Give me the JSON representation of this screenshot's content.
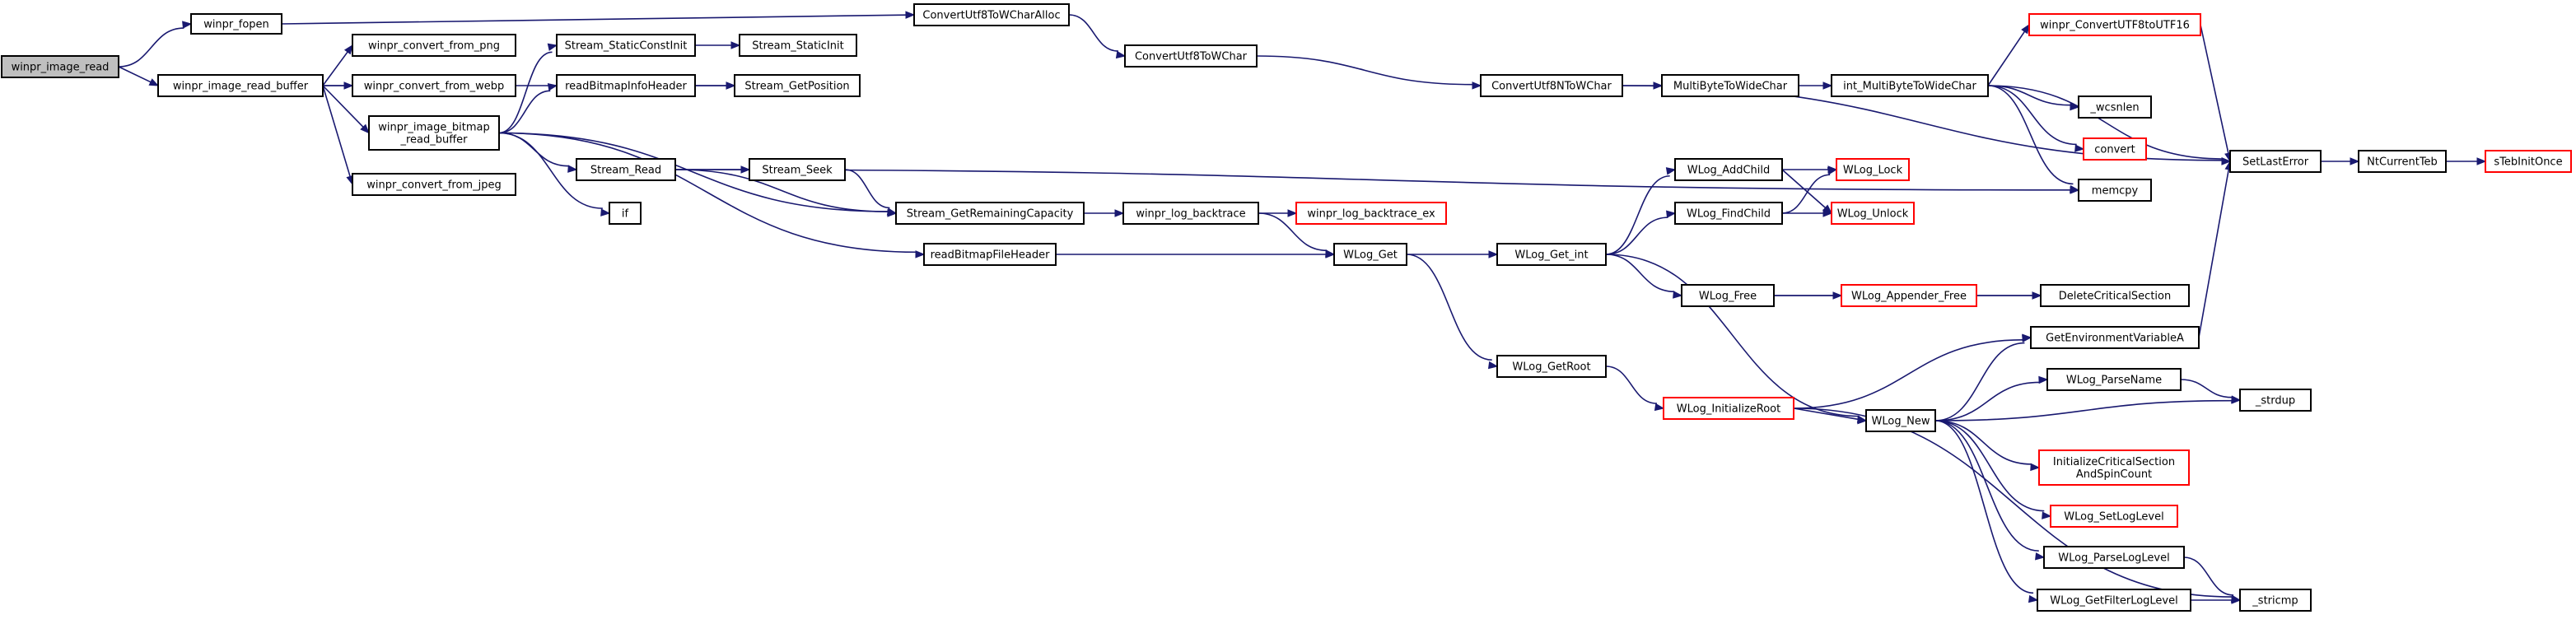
{
  "diagram": {
    "colors": {
      "edge": "#191970",
      "node_border": "#000000",
      "node_border_truncated": "#ff0000",
      "root_fill": "#bfbfbf",
      "node_fill": "#ffffff"
    },
    "nodes": [
      {
        "id": "winpr_image_read",
        "lines": [
          "winpr_image_read"
        ],
        "root": true
      },
      {
        "id": "winpr_fopen",
        "lines": [
          "winpr_fopen"
        ]
      },
      {
        "id": "winpr_image_read_buffer",
        "lines": [
          "winpr_image_read_buffer"
        ]
      },
      {
        "id": "winpr_convert_from_png",
        "lines": [
          "winpr_convert_from_png"
        ]
      },
      {
        "id": "winpr_convert_from_webp",
        "lines": [
          "winpr_convert_from_webp"
        ]
      },
      {
        "id": "winpr_image_bitmap_read_buffer",
        "lines": [
          "winpr_image_bitmap",
          "_read_buffer"
        ]
      },
      {
        "id": "winpr_convert_from_jpeg",
        "lines": [
          "winpr_convert_from_jpeg"
        ]
      },
      {
        "id": "Stream_StaticConstInit",
        "lines": [
          "Stream_StaticConstInit"
        ]
      },
      {
        "id": "Stream_StaticInit",
        "lines": [
          "Stream_StaticInit"
        ]
      },
      {
        "id": "readBitmapInfoHeader",
        "lines": [
          "readBitmapInfoHeader"
        ]
      },
      {
        "id": "Stream_GetPosition",
        "lines": [
          "Stream_GetPosition"
        ]
      },
      {
        "id": "Stream_Read",
        "lines": [
          "Stream_Read"
        ]
      },
      {
        "id": "Stream_Seek",
        "lines": [
          "Stream_Seek"
        ]
      },
      {
        "id": "if",
        "lines": [
          "if"
        ]
      },
      {
        "id": "Stream_GetRemainingCapacity",
        "lines": [
          "Stream_GetRemainingCapacity"
        ]
      },
      {
        "id": "readBitmapFileHeader",
        "lines": [
          "readBitmapFileHeader"
        ]
      },
      {
        "id": "ConvertUtf8ToWCharAlloc",
        "lines": [
          "ConvertUtf8ToWCharAlloc"
        ]
      },
      {
        "id": "ConvertUtf8ToWChar",
        "lines": [
          "ConvertUtf8ToWChar"
        ]
      },
      {
        "id": "winpr_log_backtrace",
        "lines": [
          "winpr_log_backtrace"
        ]
      },
      {
        "id": "winpr_log_backtrace_ex",
        "lines": [
          "winpr_log_backtrace_ex"
        ],
        "truncated": true
      },
      {
        "id": "WLog_Get",
        "lines": [
          "WLog_Get"
        ]
      },
      {
        "id": "WLog_GetRoot",
        "lines": [
          "WLog_GetRoot"
        ]
      },
      {
        "id": "ConvertUtf8NToWChar",
        "lines": [
          "ConvertUtf8NToWChar"
        ]
      },
      {
        "id": "WLog_Get_int",
        "lines": [
          "WLog_Get_int"
        ]
      },
      {
        "id": "WLog_InitializeRoot",
        "lines": [
          "WLog_InitializeRoot"
        ],
        "truncated": true
      },
      {
        "id": "WLog_AddChild",
        "lines": [
          "WLog_AddChild"
        ]
      },
      {
        "id": "WLog_FindChild",
        "lines": [
          "WLog_FindChild"
        ]
      },
      {
        "id": "WLog_Free",
        "lines": [
          "WLog_Free"
        ]
      },
      {
        "id": "MultiByteToWideChar",
        "lines": [
          "MultiByteToWideChar"
        ]
      },
      {
        "id": "WLog_Lock",
        "lines": [
          "WLog_Lock"
        ],
        "truncated": true
      },
      {
        "id": "WLog_Unlock",
        "lines": [
          "WLog_Unlock"
        ],
        "truncated": true
      },
      {
        "id": "WLog_Appender_Free",
        "lines": [
          "WLog_Appender_Free"
        ],
        "truncated": true
      },
      {
        "id": "WLog_New",
        "lines": [
          "WLog_New"
        ]
      },
      {
        "id": "int_MultiByteToWideChar",
        "lines": [
          "int_MultiByteToWideChar"
        ]
      },
      {
        "id": "winpr_ConvertUTF8toUTF16",
        "lines": [
          "winpr_ConvertUTF8toUTF16"
        ],
        "truncated": true
      },
      {
        "id": "_wcsnlen",
        "lines": [
          "_wcsnlen"
        ]
      },
      {
        "id": "convert",
        "lines": [
          "convert"
        ],
        "truncated": true
      },
      {
        "id": "memcpy",
        "lines": [
          "memcpy"
        ]
      },
      {
        "id": "DeleteCriticalSection",
        "lines": [
          "DeleteCriticalSection"
        ]
      },
      {
        "id": "GetEnvironmentVariableA",
        "lines": [
          "GetEnvironmentVariableA"
        ]
      },
      {
        "id": "WLog_ParseName",
        "lines": [
          "WLog_ParseName"
        ]
      },
      {
        "id": "InitializeCriticalSectionAndSpinCount",
        "lines": [
          "InitializeCriticalSection",
          "AndSpinCount"
        ],
        "truncated": true
      },
      {
        "id": "WLog_SetLogLevel",
        "lines": [
          "WLog_SetLogLevel"
        ],
        "truncated": true
      },
      {
        "id": "WLog_ParseLogLevel",
        "lines": [
          "WLog_ParseLogLevel"
        ]
      },
      {
        "id": "WLog_GetFilterLogLevel",
        "lines": [
          "WLog_GetFilterLogLevel"
        ]
      },
      {
        "id": "SetLastError",
        "lines": [
          "SetLastError"
        ]
      },
      {
        "id": "NtCurrentTeb",
        "lines": [
          "NtCurrentTeb"
        ]
      },
      {
        "id": "sTebInitOnce",
        "lines": [
          "sTebInitOnce"
        ],
        "truncated": true
      },
      {
        "id": "_strdup",
        "lines": [
          "_strdup"
        ]
      },
      {
        "id": "_stricmp",
        "lines": [
          "_stricmp"
        ]
      }
    ],
    "edges": [
      [
        "winpr_image_read",
        "winpr_fopen"
      ],
      [
        "winpr_image_read",
        "winpr_image_read_buffer"
      ],
      [
        "winpr_fopen",
        "ConvertUtf8ToWCharAlloc"
      ],
      [
        "ConvertUtf8ToWCharAlloc",
        "ConvertUtf8ToWChar"
      ],
      [
        "ConvertUtf8ToWChar",
        "ConvertUtf8NToWChar"
      ],
      [
        "ConvertUtf8NToWChar",
        "MultiByteToWideChar"
      ],
      [
        "ConvertUtf8NToWChar",
        "SetLastError"
      ],
      [
        "MultiByteToWideChar",
        "int_MultiByteToWideChar"
      ],
      [
        "int_MultiByteToWideChar",
        "winpr_ConvertUTF8toUTF16"
      ],
      [
        "int_MultiByteToWideChar",
        "SetLastError"
      ],
      [
        "int_MultiByteToWideChar",
        "_wcsnlen"
      ],
      [
        "int_MultiByteToWideChar",
        "convert"
      ],
      [
        "int_MultiByteToWideChar",
        "memcpy"
      ],
      [
        "winpr_ConvertUTF8toUTF16",
        "SetLastError"
      ],
      [
        "SetLastError",
        "NtCurrentTeb"
      ],
      [
        "NtCurrentTeb",
        "sTebInitOnce"
      ],
      [
        "winpr_image_read_buffer",
        "winpr_convert_from_png"
      ],
      [
        "winpr_image_read_buffer",
        "winpr_convert_from_webp"
      ],
      [
        "winpr_image_read_buffer",
        "winpr_image_bitmap_read_buffer"
      ],
      [
        "winpr_image_read_buffer",
        "winpr_convert_from_jpeg"
      ],
      [
        "winpr_image_read_buffer",
        "Stream_GetPosition"
      ],
      [
        "winpr_image_bitmap_read_buffer",
        "Stream_StaticConstInit"
      ],
      [
        "winpr_image_bitmap_read_buffer",
        "readBitmapInfoHeader"
      ],
      [
        "winpr_image_bitmap_read_buffer",
        "Stream_Read"
      ],
      [
        "winpr_image_bitmap_read_buffer",
        "if"
      ],
      [
        "winpr_image_bitmap_read_buffer",
        "readBitmapFileHeader"
      ],
      [
        "winpr_image_bitmap_read_buffer",
        "Stream_GetRemainingCapacity"
      ],
      [
        "Stream_StaticConstInit",
        "Stream_StaticInit"
      ],
      [
        "readBitmapInfoHeader",
        "Stream_GetPosition"
      ],
      [
        "Stream_Read",
        "Stream_Seek"
      ],
      [
        "Stream_Read",
        "Stream_GetRemainingCapacity"
      ],
      [
        "Stream_Read",
        "memcpy"
      ],
      [
        "Stream_Seek",
        "Stream_GetRemainingCapacity"
      ],
      [
        "Stream_GetRemainingCapacity",
        "winpr_log_backtrace"
      ],
      [
        "winpr_log_backtrace",
        "winpr_log_backtrace_ex"
      ],
      [
        "winpr_log_backtrace",
        "WLog_Get"
      ],
      [
        "readBitmapFileHeader",
        "WLog_Get"
      ],
      [
        "WLog_Get",
        "WLog_Get_int"
      ],
      [
        "WLog_Get",
        "WLog_GetRoot"
      ],
      [
        "WLog_Get_int",
        "WLog_AddChild"
      ],
      [
        "WLog_Get_int",
        "WLog_FindChild"
      ],
      [
        "WLog_Get_int",
        "WLog_Free"
      ],
      [
        "WLog_Get_int",
        "WLog_New"
      ],
      [
        "WLog_AddChild",
        "WLog_Lock"
      ],
      [
        "WLog_AddChild",
        "WLog_Unlock"
      ],
      [
        "WLog_FindChild",
        "WLog_Lock"
      ],
      [
        "WLog_FindChild",
        "WLog_Unlock"
      ],
      [
        "WLog_Free",
        "WLog_Appender_Free"
      ],
      [
        "WLog_Free",
        "DeleteCriticalSection"
      ],
      [
        "WLog_Appender_Free",
        "DeleteCriticalSection"
      ],
      [
        "WLog_GetRoot",
        "WLog_InitializeRoot"
      ],
      [
        "WLog_InitializeRoot",
        "GetEnvironmentVariableA"
      ],
      [
        "WLog_InitializeRoot",
        "WLog_New"
      ],
      [
        "WLog_InitializeRoot",
        "_stricmp"
      ],
      [
        "WLog_New",
        "GetEnvironmentVariableA"
      ],
      [
        "WLog_New",
        "WLog_ParseName"
      ],
      [
        "WLog_New",
        "_strdup"
      ],
      [
        "WLog_New",
        "InitializeCriticalSectionAndSpinCount"
      ],
      [
        "WLog_New",
        "WLog_SetLogLevel"
      ],
      [
        "WLog_New",
        "WLog_ParseLogLevel"
      ],
      [
        "WLog_New",
        "WLog_GetFilterLogLevel"
      ],
      [
        "GetEnvironmentVariableA",
        "SetLastError"
      ],
      [
        "WLog_ParseName",
        "_strdup"
      ],
      [
        "WLog_ParseLogLevel",
        "_stricmp"
      ],
      [
        "WLog_GetFilterLogLevel",
        "_stricmp"
      ]
    ]
  }
}
